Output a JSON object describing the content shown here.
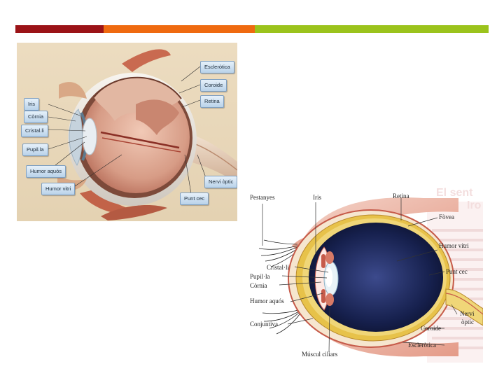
{
  "header_bar": {
    "colors": [
      "#9b1317",
      "#ef6a10",
      "#9bc31c"
    ]
  },
  "diagram_cross_section": {
    "labels": {
      "esclerotica": "Escleròtica",
      "coroide": "Coroide",
      "retina": "Retina",
      "iris": "Iris",
      "cornia": "Còrnia",
      "cristalli": "Cristal.li",
      "pupilla": "Pupil.la",
      "humor_aquos": "Humor aquós",
      "humor_vitri": "Humor vitri",
      "nervi_optic": "Nervi òptic",
      "punt_cec": "Punt cec"
    }
  },
  "diagram_labeled_eye": {
    "labels": {
      "pestanyes": "Pestanyes",
      "iris": "Iris",
      "retina": "Retina",
      "fovea": "Fòvea",
      "humor_vitri": "Humor vitri",
      "cristalli": "Cristal·li",
      "pupilla": "Pupil·la",
      "cornia": "Còrnia",
      "punt_cec": "Punt cec",
      "humor_aquos": "Humor aquós",
      "conjuntiva": "Conjuntiva",
      "nervi": "Nervi",
      "optic": "òptic",
      "coroide": "Coroide",
      "esclerotica": "Escleròtica",
      "musculs_ciliars": "Múscul ciliars"
    },
    "faded_text": {
      "line1": "El sent",
      "line2": "Iro"
    }
  }
}
